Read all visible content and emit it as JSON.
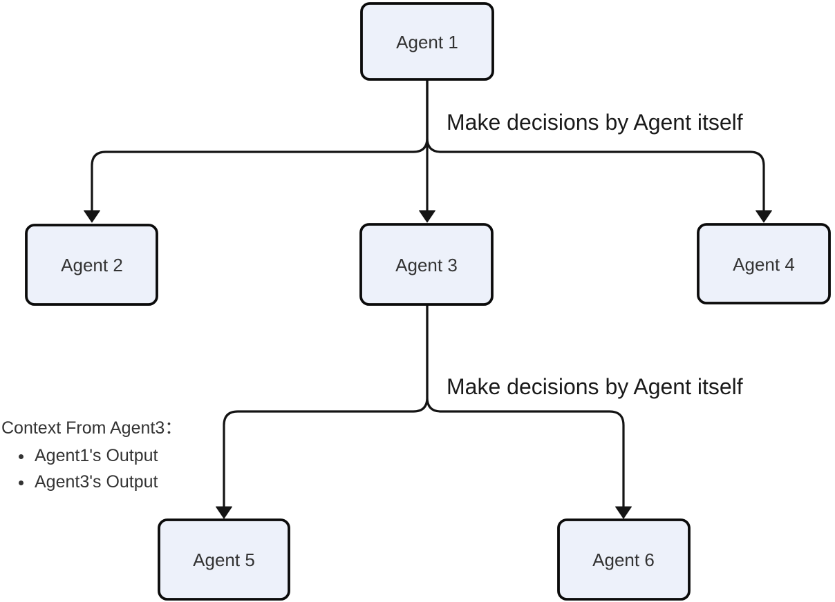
{
  "diagram": {
    "type": "flowchart-top-down",
    "nodes": [
      {
        "id": "agent-1",
        "label": "Agent 1"
      },
      {
        "id": "agent-2",
        "label": "Agent 2"
      },
      {
        "id": "agent-3",
        "label": "Agent 3"
      },
      {
        "id": "agent-4",
        "label": "Agent 4"
      },
      {
        "id": "agent-5",
        "label": "Agent 5"
      },
      {
        "id": "agent-6",
        "label": "Agent 6"
      }
    ],
    "edges": [
      {
        "from": "Agent 1",
        "to": "Agent 2"
      },
      {
        "from": "Agent 1",
        "to": "Agent 3"
      },
      {
        "from": "Agent 1",
        "to": "Agent 4"
      },
      {
        "from": "Agent 3",
        "to": "Agent 5"
      },
      {
        "from": "Agent 3",
        "to": "Agent 6"
      }
    ],
    "edge_labels": [
      {
        "text": "Make decisions by Agent itself"
      },
      {
        "text": "Make decisions by Agent itself"
      }
    ],
    "annotation": {
      "title": "Context From Agent3：",
      "items": [
        "Agent1's Output",
        "Agent3's Output"
      ]
    },
    "colors": {
      "background": "#FFFFFF",
      "node_fill": "#EDF1FA",
      "node_border": "#0B0B0B",
      "edge_line": "#141414",
      "node_text": "#333333",
      "label_text": "#1A1A1A"
    }
  }
}
